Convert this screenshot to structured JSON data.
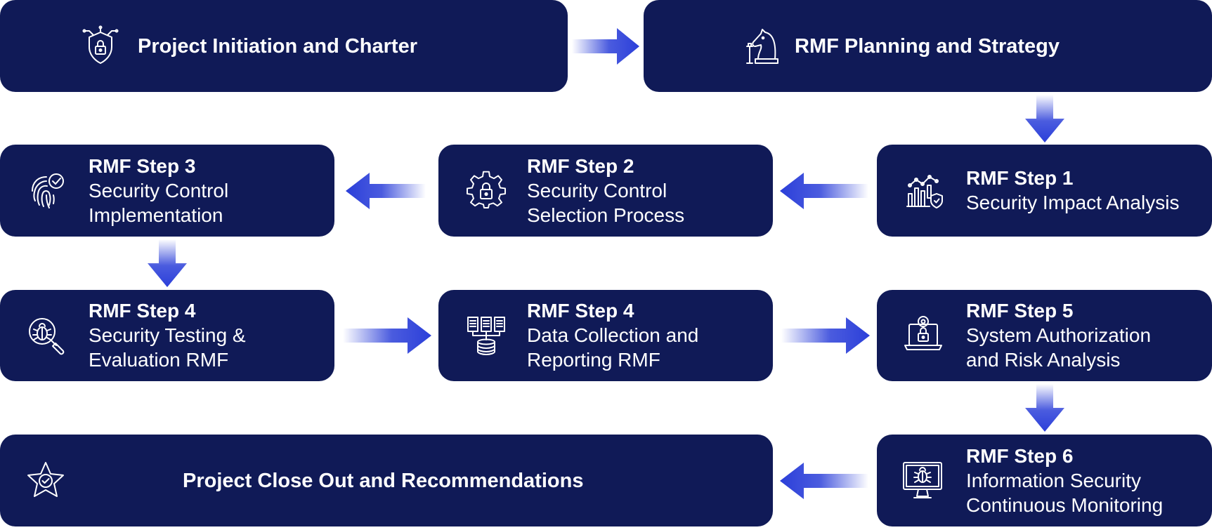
{
  "colors": {
    "box_fill": "#101a57",
    "text": "#ffffff",
    "arrow": "#2b3fd9"
  },
  "boxes": {
    "initiation": {
      "label": "Project Initiation and Charter",
      "icon": "shield-lock-icon"
    },
    "planning": {
      "label": "RMF Planning and Strategy",
      "icon": "chess-knight-icon"
    },
    "step1": {
      "step": "RMF Step 1",
      "desc1": "Security Impact Analysis",
      "icon": "chart-shield-icon"
    },
    "step2": {
      "step": "RMF Step 2",
      "desc1": "Security Control",
      "desc2": "Selection Process",
      "icon": "gear-lock-icon"
    },
    "step3": {
      "step": "RMF Step 3",
      "desc1": "Security Control",
      "desc2": "Implementation",
      "icon": "fingerprint-check-icon"
    },
    "step4a": {
      "step": "RMF Step 4",
      "desc1": "Security Testing &",
      "desc2": "Evaluation RMF",
      "icon": "bug-magnifier-icon"
    },
    "step4b": {
      "step": "RMF Step 4",
      "desc1": "Data Collection and",
      "desc2": "Reporting RMF",
      "icon": "servers-database-icon"
    },
    "step5": {
      "step": "RMF Step 5",
      "desc1": "System Authorization",
      "desc2": "and Risk Analysis",
      "icon": "laptop-lock-icon"
    },
    "step6": {
      "step": "RMF Step 6",
      "desc1": "Information Security",
      "desc2": "Continuous Monitoring",
      "icon": "monitor-bug-icon"
    },
    "closeout": {
      "label": "Project Close Out and Recommendations",
      "icon": "star-check-icon"
    }
  }
}
